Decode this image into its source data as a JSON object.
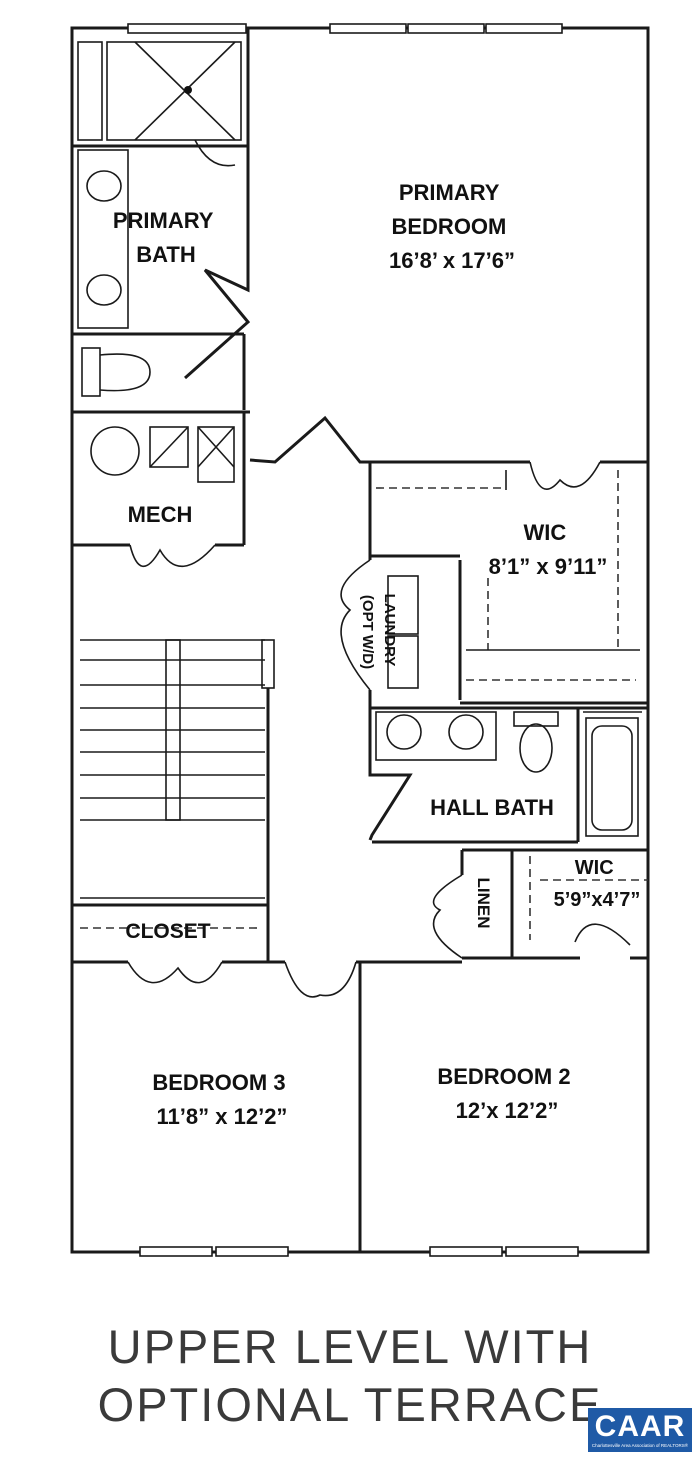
{
  "rooms": {
    "primary_bath": [
      "PRIMARY",
      "BATH"
    ],
    "primary_bedroom": [
      "PRIMARY",
      "BEDROOM",
      "16’8’ x 17’6”"
    ],
    "mech": "MECH",
    "wic_main": [
      "WIC",
      "8’1” x 9’11”"
    ],
    "laundry": [
      "LAUNDRY",
      "(OPT W/D)"
    ],
    "hall_bath": "HALL BATH",
    "linen": "LINEN",
    "wic_small": [
      "WIC",
      "5’9”x4’7”"
    ],
    "closet": "CLOSET",
    "bedroom3": [
      "BEDROOM 3",
      "11’8” x 12’2”"
    ],
    "bedroom2": [
      "BEDROOM 2",
      "12’x 12’2”"
    ]
  },
  "title": [
    "UPPER LEVEL WITH",
    "OPTIONAL TERRACE"
  ],
  "logo": {
    "text": "CAAR",
    "tagline": "Charlottesville Area Association of REALTORS®",
    "color": "#1f5aa6"
  }
}
